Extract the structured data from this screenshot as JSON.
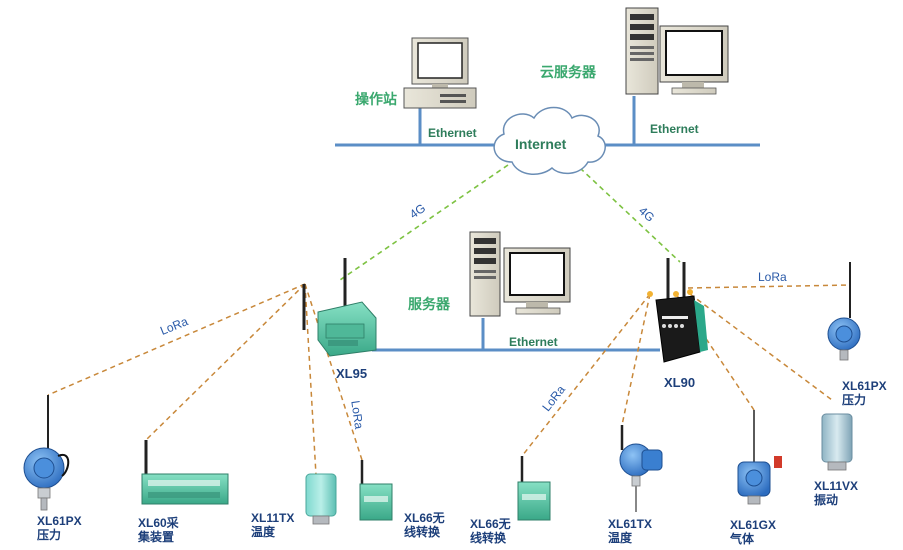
{
  "labels": {
    "cloud_server": "云服务器",
    "operator_station": "操作站",
    "server": "服务器",
    "internet": "Internet",
    "ethernet_left": "Ethernet",
    "ethernet_right": "Ethernet",
    "ethernet_bottom": "Ethernet",
    "link_4g_left": "4G",
    "link_4g_right": "4G",
    "lora_left": "LoRa",
    "lora_xl95": "LoRa",
    "lora_xl90_left": "LoRa",
    "lora_xl90_right": "LoRa",
    "gw_xl95": "XL95",
    "gw_xl90": "XL90"
  },
  "devices": [
    {
      "model": "XL61PX",
      "desc": "压力"
    },
    {
      "model": "XL60采",
      "desc": "集装置"
    },
    {
      "model": "XL11TX",
      "desc": "温度"
    },
    {
      "model": "XL66无",
      "desc": "线转换"
    },
    {
      "model": "XL66无",
      "desc": "线转换"
    },
    {
      "model": "XL61TX",
      "desc": "温度"
    },
    {
      "model": "XL61GX",
      "desc": "气体"
    },
    {
      "model": "XL11VX",
      "desc": "振动"
    },
    {
      "model": "XL61PX",
      "desc": "压力"
    }
  ],
  "colors": {
    "ethernet_line": "#5b8ec6",
    "link_4g": "#7dc242",
    "lora_link": "#c8883a",
    "label_green": "#3aa86e",
    "label_navy": "#1d3f7a",
    "device_blue": "#3a7fd0",
    "module_teal": "#5cc8a8"
  }
}
